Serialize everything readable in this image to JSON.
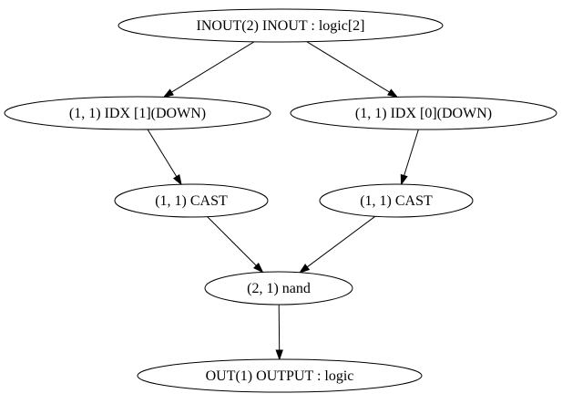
{
  "graph": {
    "nodes": [
      {
        "id": "inout",
        "label": "INOUT(2) INOUT : logic[2]"
      },
      {
        "id": "idx1",
        "label": "(1, 1) IDX [1](DOWN)"
      },
      {
        "id": "idx0",
        "label": "(1, 1) IDX [0](DOWN)"
      },
      {
        "id": "cast1",
        "label": "(1, 1) CAST"
      },
      {
        "id": "cast0",
        "label": "(1, 1) CAST"
      },
      {
        "id": "nand",
        "label": "(2, 1) nand"
      },
      {
        "id": "out",
        "label": "OUT(1) OUTPUT : logic"
      }
    ],
    "edges": [
      {
        "from": "inout",
        "to": "idx1"
      },
      {
        "from": "inout",
        "to": "idx0"
      },
      {
        "from": "idx1",
        "to": "cast1"
      },
      {
        "from": "idx0",
        "to": "cast0"
      },
      {
        "from": "cast1",
        "to": "nand"
      },
      {
        "from": "cast0",
        "to": "nand"
      },
      {
        "from": "nand",
        "to": "out"
      }
    ]
  }
}
